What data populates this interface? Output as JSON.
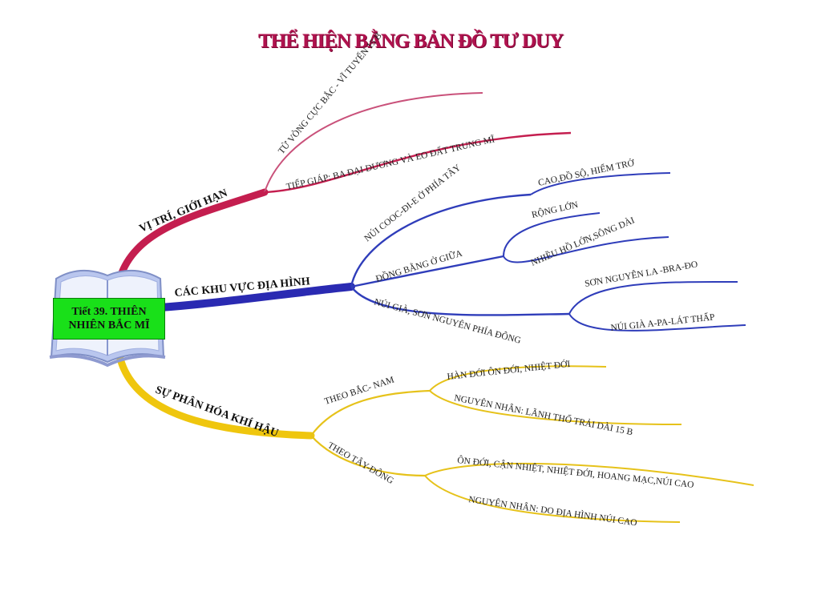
{
  "title": "THỂ HIỆN BẰNG BẢN ĐỒ TƯ DUY",
  "center": "Tiết 39. THIÊN NHIÊN BẮC MĨ",
  "colors": {
    "title": "#b0124e",
    "branch1": "#c41e4f",
    "branch2": "#2a2ab2",
    "branch3": "#efc60e",
    "center_fill": "#19e019",
    "book": "#a9b8e6"
  },
  "branches": [
    {
      "label": "VỊ TRÍ, GIỚI HẠN",
      "children": [
        {
          "label": "TỪ VÒNG CỰC BẮC - VĨ TUYẾN 15 B"
        },
        {
          "label": "TIẾP GIÁP: BA ĐẠI DƯƠNG VÀ EO ĐẤT TRUNG MĨ"
        }
      ]
    },
    {
      "label": "CÁC KHU VỰC ĐỊA HÌNH",
      "children": [
        {
          "label": "NÚI COOC-ĐI-E Ở PHÍA TÂY",
          "children": [
            {
              "label": "CAO,ĐỒ SỘ, HIỂM TRỞ"
            }
          ]
        },
        {
          "label": "ĐỒNG BẰNG Ở GIỮA",
          "children": [
            {
              "label": "RỘNG LỚN"
            },
            {
              "label": "NHIỀU HỒ LỚN,SÔNG DÀI"
            }
          ]
        },
        {
          "label": "NÚI GIÀ, SƠN NGUYÊN PHÍA ĐÔNG",
          "children": [
            {
              "label": "SƠN NGUYÊN LA -BRA-ĐO"
            },
            {
              "label": "NÚI GIÀ A-PA-LÁT THẤP"
            }
          ]
        }
      ]
    },
    {
      "label": "SỰ PHÂN HÓA KHÍ HẬU",
      "children": [
        {
          "label": "THEO BẮC- NAM",
          "children": [
            {
              "label": "HÀN ĐỚI ÔN ĐỚI, NHIỆT ĐỚI"
            },
            {
              "label": "NGUYÊN NHÂN: LÃNH THỔ TRẢI DÀI 15 B"
            }
          ]
        },
        {
          "label": "THEO TÂY-ĐÔNG",
          "children": [
            {
              "label": "ÔN ĐỚI, CẬN NHIỆT, NHIỆT ĐỚI, HOANG MẠC,NÚI CAO"
            },
            {
              "label": "NGUYÊN NHÂN: DO ĐỊA HÌNH NÚI CAO"
            }
          ]
        }
      ]
    }
  ]
}
